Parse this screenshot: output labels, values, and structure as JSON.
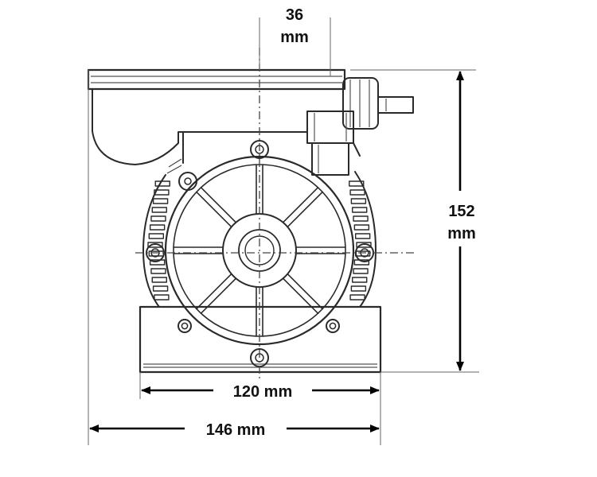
{
  "dimensions": {
    "top_offset_value": "36",
    "top_offset_unit": "mm",
    "height_value": "152",
    "height_unit": "mm",
    "base_width": "120 mm",
    "overall_width": "146 mm"
  }
}
